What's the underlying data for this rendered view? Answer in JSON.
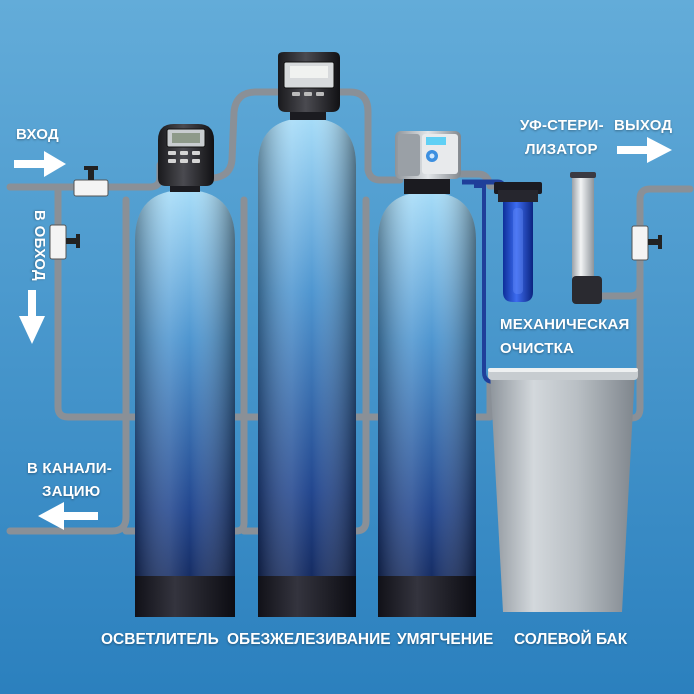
{
  "labels": {
    "inlet": "ВХОД",
    "bypass": "В ОБХОД",
    "outlet": "ВЫХОД",
    "uv_line1": "УФ-СТЕРИ-",
    "uv_line2": "ЛИЗАТОР",
    "mech_line1": "МЕХАНИЧЕСКАЯ",
    "mech_line2": "ОЧИСТКА",
    "drain_line1": "В КАНАЛИ-",
    "drain_line2": "ЗАЦИЮ"
  },
  "tanks": [
    {
      "label": "ОСВЕТЛИТЕЛЬ"
    },
    {
      "label": "ОБЕЗЖЕЛЕЗИВАНИЕ"
    },
    {
      "label": "УМЯГЧЕНИЕ"
    },
    {
      "label": "СОЛЕВОЙ БАК"
    }
  ],
  "colors": {
    "background_top": "#5fa9d6",
    "background_bottom": "#2a7fbd",
    "pipe": "#8a9097",
    "tank_top": "#9fd6f5",
    "tank_bottom": "#102454",
    "tank_base": "#1c1c24"
  },
  "icons": [
    "arrow-right-icon",
    "arrow-down-icon",
    "arrow-left-icon",
    "valve-icon"
  ]
}
